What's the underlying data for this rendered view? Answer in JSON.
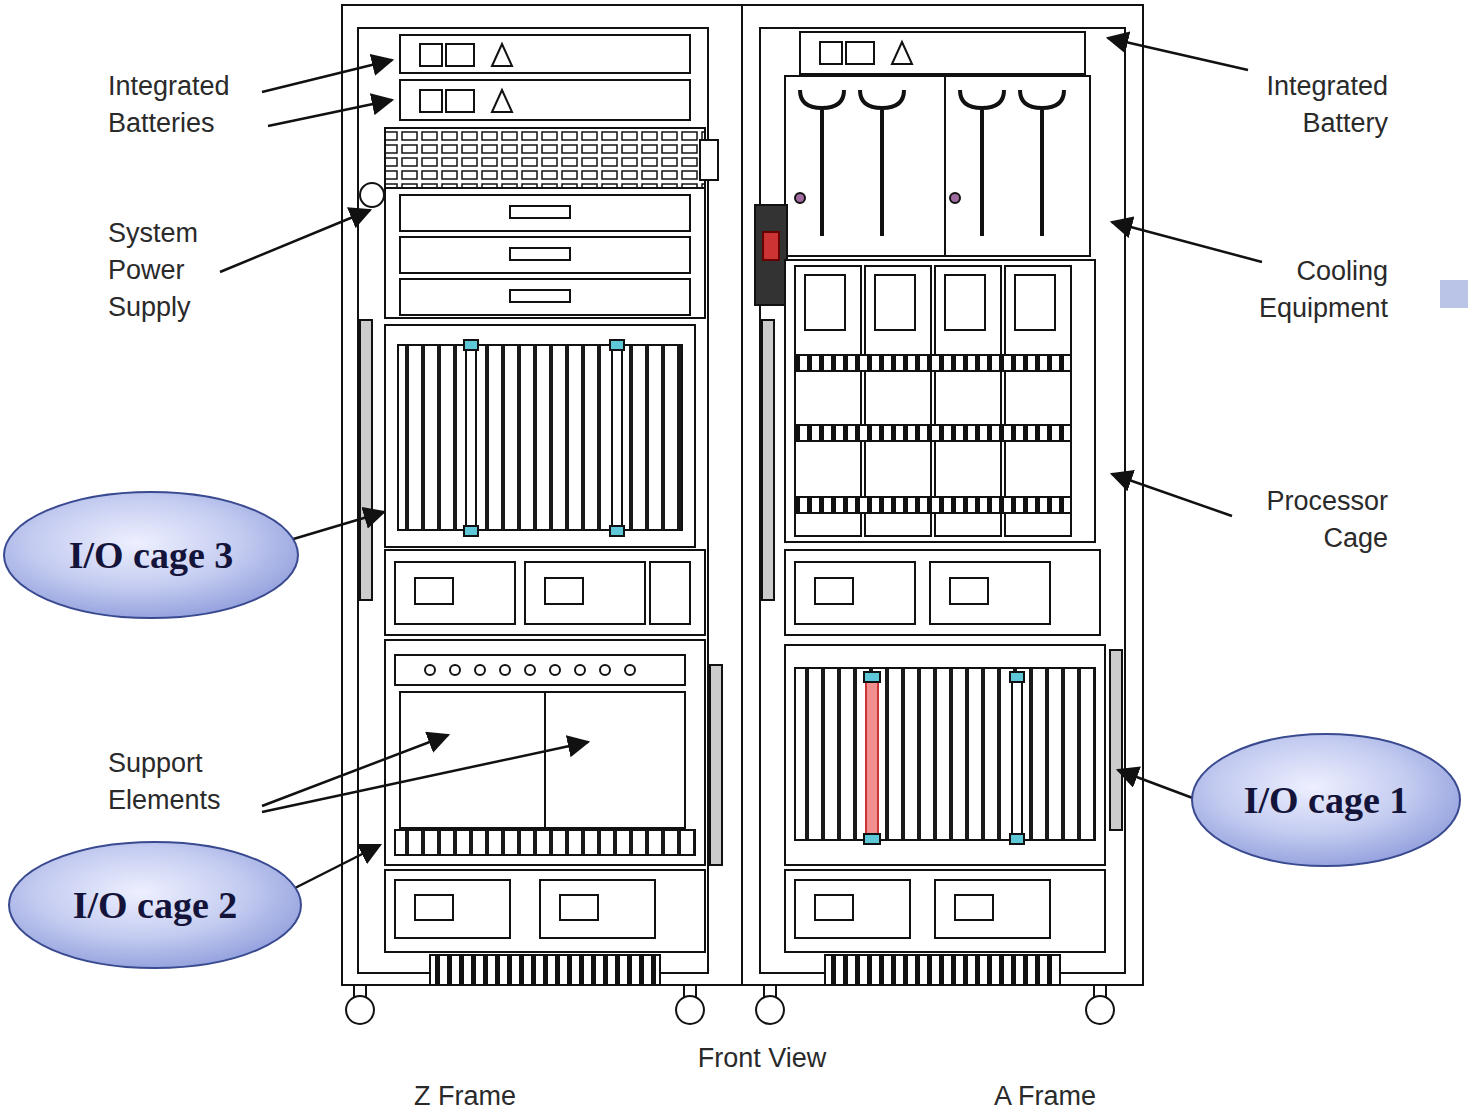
{
  "diagram": {
    "nodes": [
      {
        "text": [
          "I/O cage 3"
        ]
      },
      {
        "text": [
          "I/O cage 1"
        ]
      },
      {
        "text": [
          "I/O cage 2"
        ]
      }
    ],
    "labels": [
      "Integrated Batteries",
      "System Power Supply",
      "Support Elements",
      "Integrated Battery",
      "Cooling Equipment",
      "Processor Cage",
      "Front View",
      "Z Frame",
      "A Frame"
    ]
  }
}
